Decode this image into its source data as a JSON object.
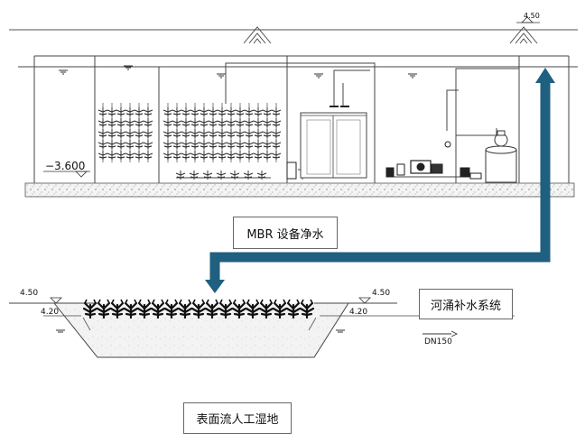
{
  "labels": {
    "mbr": "MBR 设备净水",
    "river": "河涌补水系统",
    "wetland": "表面流人工湿地",
    "dn": "DN150"
  },
  "elevations": {
    "top_right": "4.50",
    "tank_bottom": "−3.600",
    "wet_left_top": "4.50",
    "wet_left_water": "4.20",
    "wet_right_top": "4.50",
    "wet_right_water": "4.20"
  },
  "colors": {
    "arrow": "#1f5f7f",
    "line": "#333333"
  }
}
